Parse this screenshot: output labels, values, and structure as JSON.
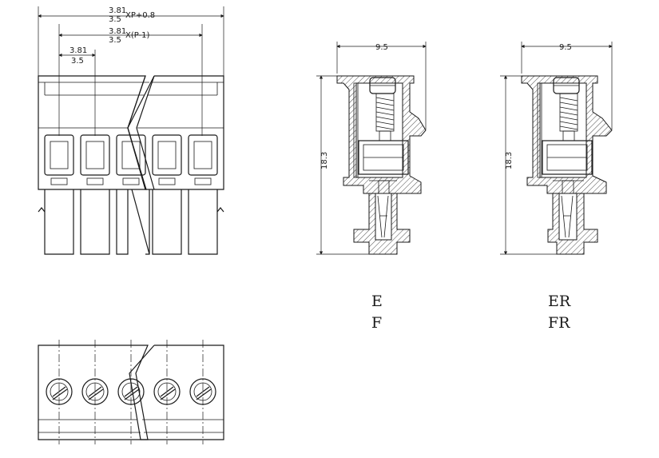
{
  "front_view": {
    "dim_top_a": "3.81",
    "dim_top_b": "3.5",
    "dim_top_formula": "XP+0.8",
    "dim_mid_a": "3.81",
    "dim_mid_b": "3.5",
    "dim_mid_formula": "X(P-1)",
    "dim_pitch_a": "3.81",
    "dim_pitch_b": "3.5"
  },
  "side_view_left": {
    "width_dim": "9.5",
    "height_dim": "18.3",
    "labels": [
      "E",
      "F"
    ]
  },
  "side_view_right": {
    "width_dim": "9.5",
    "height_dim": "18.3",
    "labels": [
      "ER",
      "FR"
    ]
  }
}
